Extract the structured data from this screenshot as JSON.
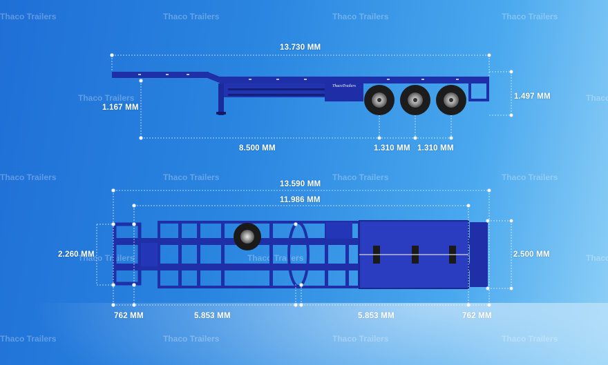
{
  "watermark": "Thaco Trailers",
  "side_view": {
    "brand_label": "ThacoTrailers",
    "overall_length": "13.730 MM",
    "kingpin_height": "1.167 MM",
    "total_height": "1.497 MM",
    "kingpin_to_axle": "8.500 MM",
    "axle_spacing_1": "1.310 MM",
    "axle_spacing_2": "1.310 MM"
  },
  "top_view": {
    "overall_length": "13.590 MM",
    "inner_length": "11.986 MM",
    "inner_width": "2.260 MM",
    "outer_width": "2.500 MM",
    "segment_front": "762 MM",
    "segment_mid_1": "5.853 MM",
    "segment_mid_2": "5.853 MM",
    "segment_rear": "762 MM"
  },
  "colors": {
    "frame": "#1f2fa8",
    "frame_dark": "#13207a",
    "dimension": "#ffffff"
  }
}
